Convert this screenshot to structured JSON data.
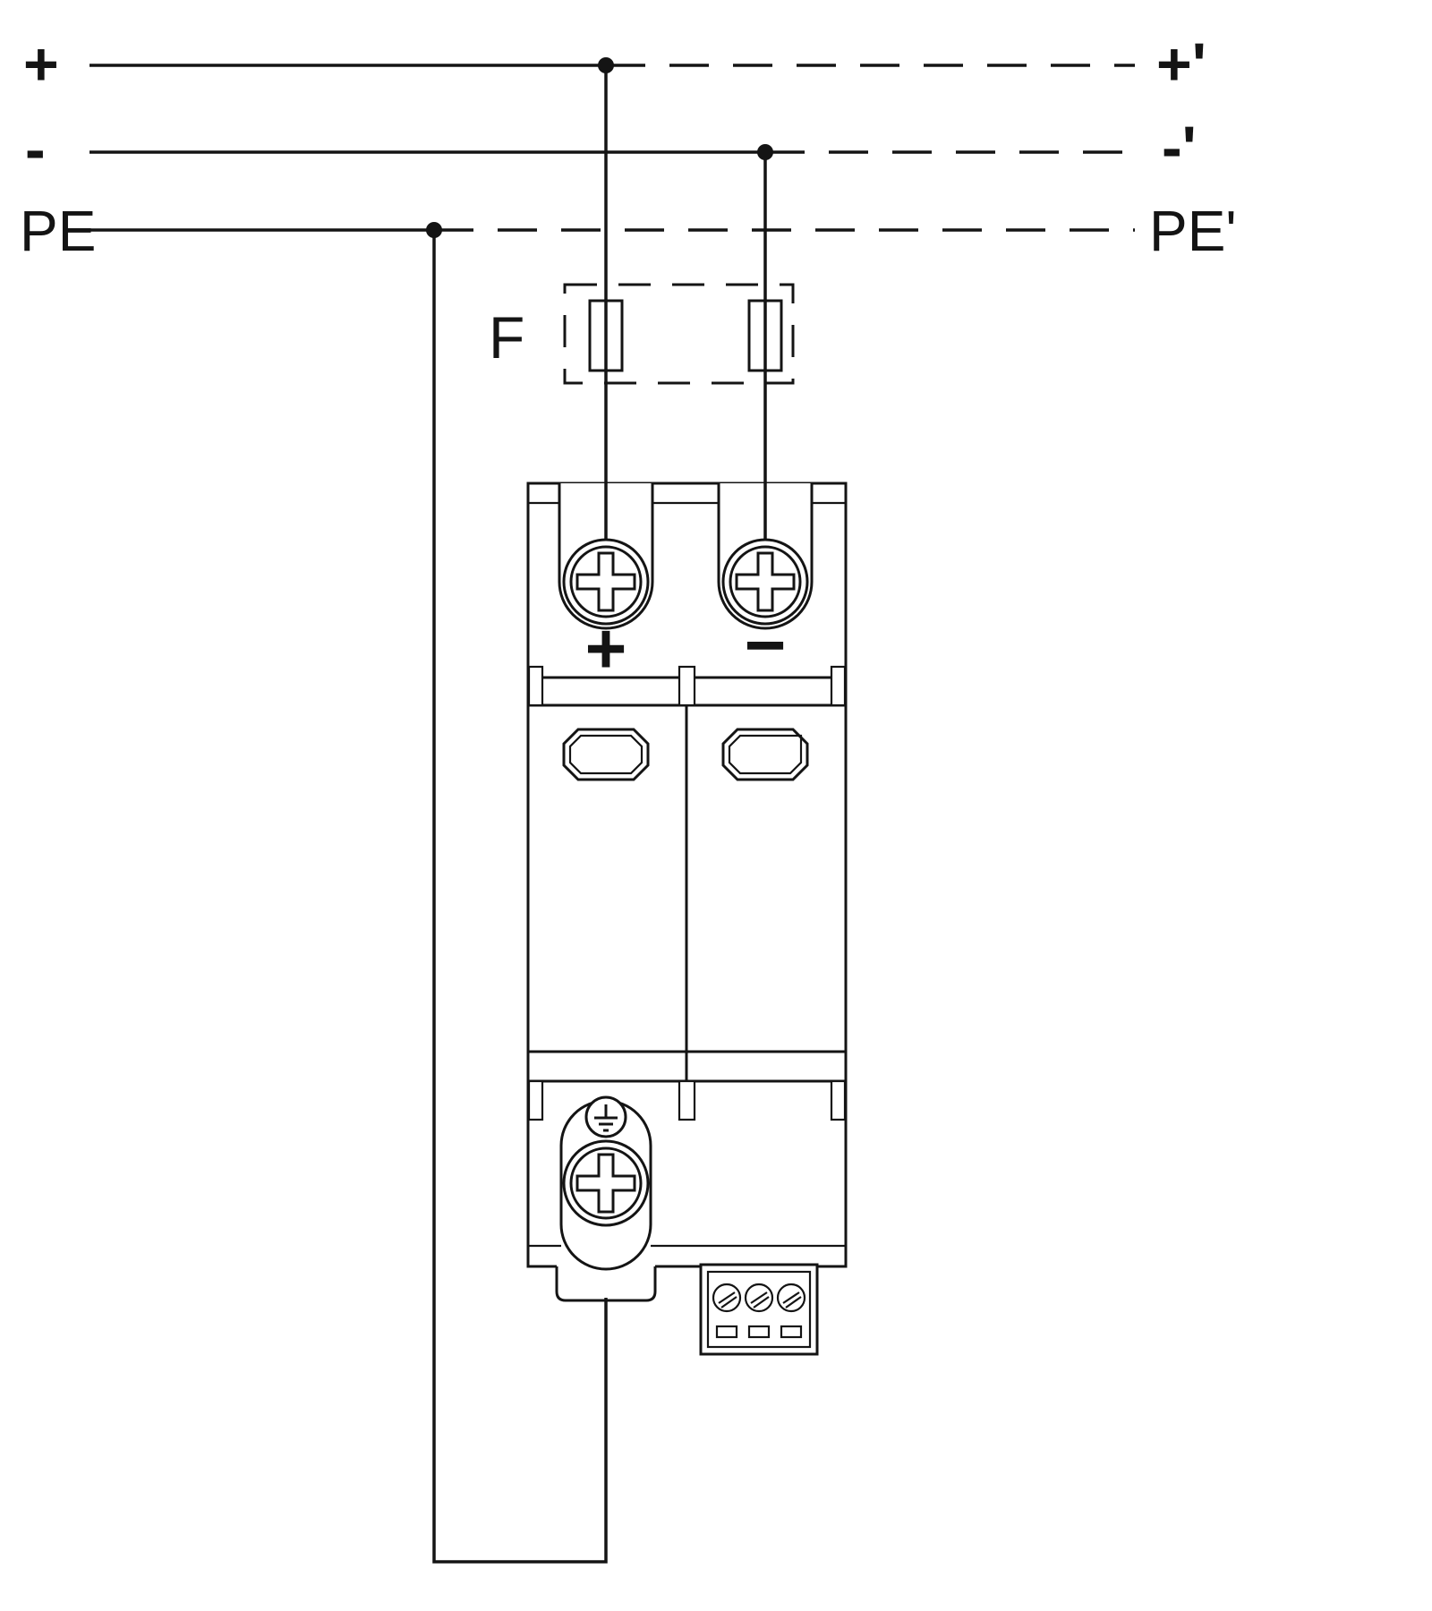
{
  "colors": {
    "ink": "#141414",
    "background": "#ffffff"
  },
  "diagram": {
    "input_labels": {
      "plus": "+",
      "minus": "-",
      "pe": "PE"
    },
    "output_labels": {
      "plus": "+'",
      "minus": "-'",
      "pe": "PE'"
    },
    "fuse": {
      "label": "F"
    },
    "device": {
      "plus_terminal_label": "+",
      "minus_terminal_label": "−"
    }
  }
}
